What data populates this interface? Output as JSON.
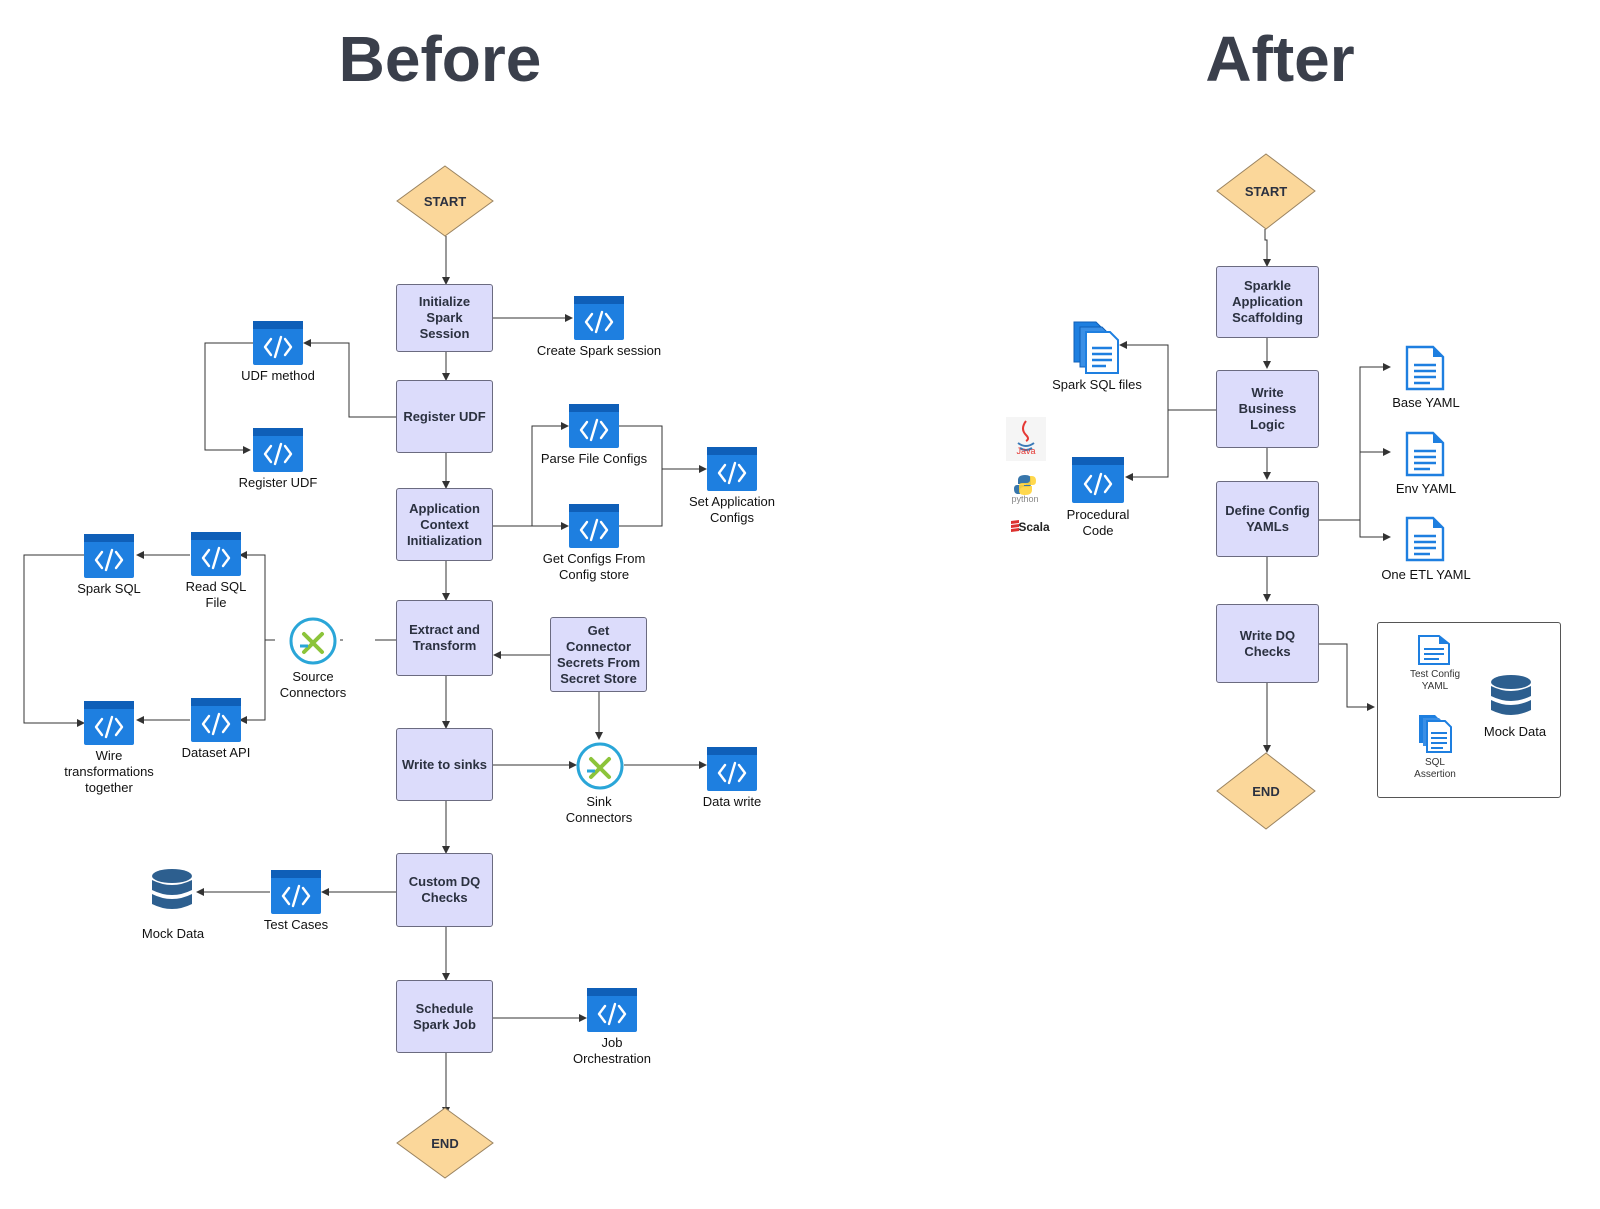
{
  "titles": {
    "before": "Before",
    "after": "After"
  },
  "before": {
    "start": "START",
    "end": "END",
    "steps": [
      "Initialize Spark Session",
      "Register UDF",
      "Application Context Initialization",
      "Extract and Transform",
      "Write to sinks",
      "Custom DQ Checks",
      "Schedule Spark Job",
      "Get Connector Secrets From Secret Store"
    ],
    "icons": {
      "create_spark_session": "Create Spark session",
      "udf_method": "UDF method",
      "register_udf": "Register UDF",
      "parse_file_configs": "Parse File Configs",
      "get_configs": "Get Configs From Config store",
      "set_app_configs": "Set Application Configs",
      "spark_sql": "Spark SQL",
      "read_sql_file": "Read SQL File",
      "source_connectors": "Source Connectors",
      "wire_transformations": "Wire transformations together",
      "dataset_api": "Dataset API",
      "sink_connectors": "Sink Connectors",
      "data_write": "Data write",
      "test_cases": "Test Cases",
      "mock_data": "Mock Data",
      "job_orchestration": "Job Orchestration"
    }
  },
  "after": {
    "start": "START",
    "end": "END",
    "steps": [
      "Sparkle Application Scaffolding",
      "Write Business Logic",
      "Define Config YAMLs",
      "Write DQ Checks"
    ],
    "icons": {
      "spark_sql_files": "Spark SQL files",
      "procedural_code": "Procedural Code",
      "base_yaml": "Base YAML",
      "env_yaml": "Env YAML",
      "one_etl_yaml": "One ETL YAML",
      "test_config_yaml": "Test Config YAML",
      "sql_assertion": "SQL Assertion",
      "mock_data": "Mock Data"
    },
    "languages": {
      "java": "Java",
      "python": "python",
      "scala": "Scala"
    }
  },
  "colors": {
    "box_fill": "#dcdcfb",
    "diamond_fill": "#fbd79a",
    "icon_blue": "#1e7fe0",
    "connector_green": "#8cc43a"
  }
}
